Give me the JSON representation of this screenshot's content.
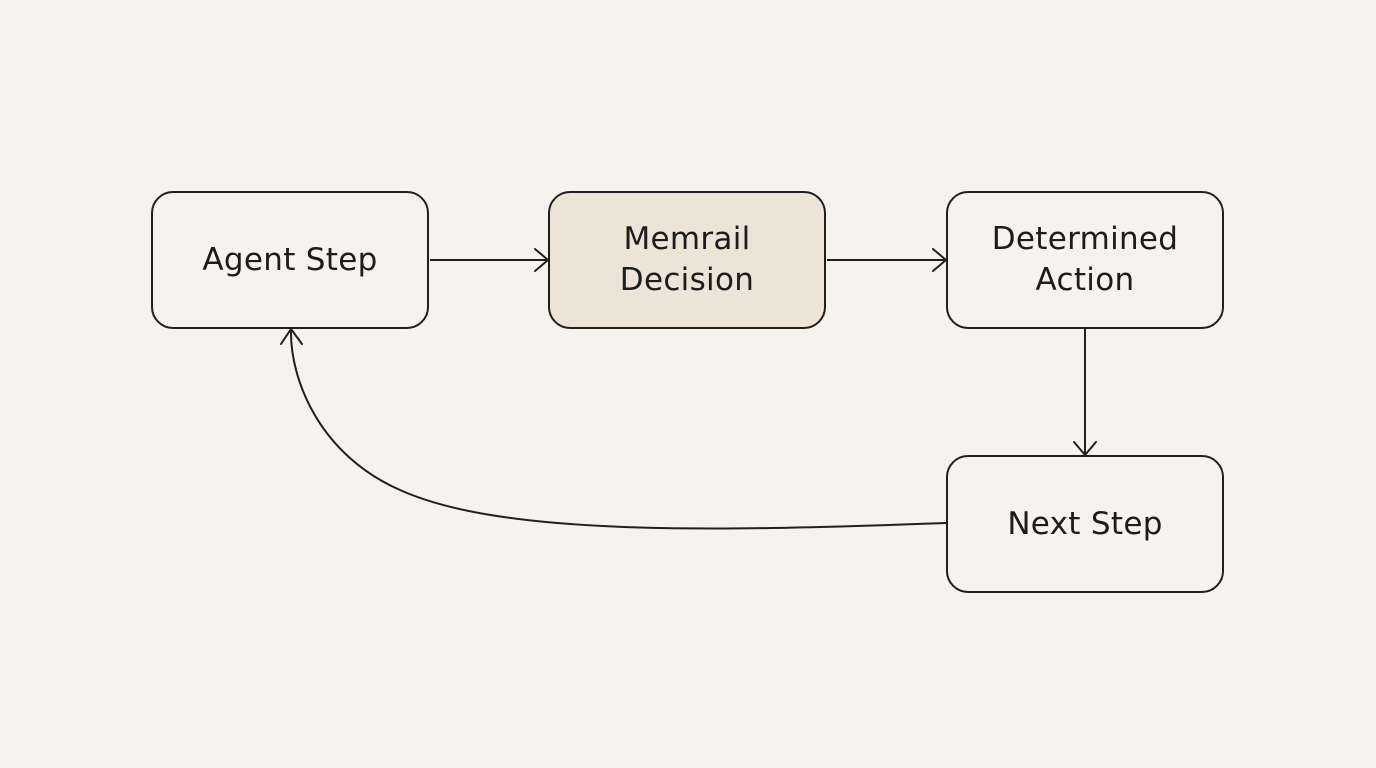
{
  "diagram": {
    "colors": {
      "background": "#f6f3ee",
      "node_fill": "#f6f3ee",
      "highlight_fill": "#ede4d8",
      "stroke": "#1f1f1f",
      "text": "#1c1c1c"
    },
    "nodes": {
      "agent_step": {
        "label": "Agent Step"
      },
      "memrail_decision": {
        "label": "Memrail\nDecision",
        "highlighted": true
      },
      "determined_action": {
        "label": "Determined\nAction"
      },
      "next_step": {
        "label": "Next Step"
      }
    },
    "edges": [
      {
        "from": "Agent Step",
        "to": "Memrail Decision"
      },
      {
        "from": "Memrail Decision",
        "to": "Determined Action"
      },
      {
        "from": "Determined Action",
        "to": "Next Step"
      },
      {
        "from": "Next Step",
        "to": "Agent Step"
      }
    ]
  }
}
